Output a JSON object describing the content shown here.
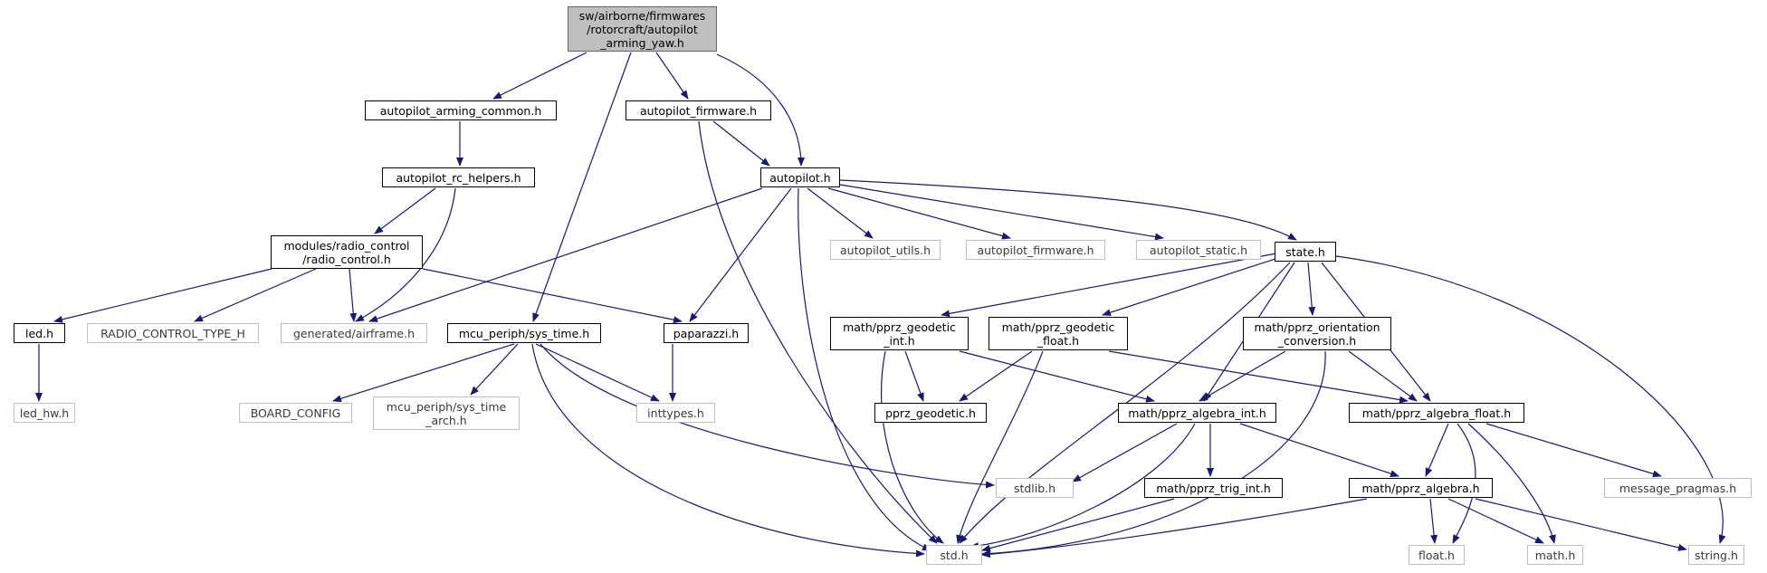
{
  "root": {
    "label": "sw/airborne/firmwares\n/rotorcraft/autopilot\n_arming_yaw.h"
  },
  "nodes": {
    "arming_common": {
      "label": "autopilot_arming_common.h"
    },
    "rc_helpers": {
      "label": "autopilot_rc_helpers.h"
    },
    "radio_control": {
      "label": "modules/radio_control\n/radio_control.h"
    },
    "led": {
      "label": "led.h"
    },
    "led_hw": {
      "label": "led_hw.h"
    },
    "rc_type": {
      "label": "RADIO_CONTROL_TYPE_H"
    },
    "airframe": {
      "label": "generated/airframe.h"
    },
    "sys_time": {
      "label": "mcu_periph/sys_time.h"
    },
    "board_config": {
      "label": "BOARD_CONFIG"
    },
    "sys_time_arch": {
      "label": "mcu_periph/sys_time\n_arch.h"
    },
    "paparazzi": {
      "label": "paparazzi.h"
    },
    "inttypes": {
      "label": "inttypes.h"
    },
    "firmware_top": {
      "label": "autopilot_firmware.h"
    },
    "autopilot": {
      "label": "autopilot.h"
    },
    "utils": {
      "label": "autopilot_utils.h"
    },
    "firmware_gen": {
      "label": "autopilot_firmware.h"
    },
    "static": {
      "label": "autopilot_static.h"
    },
    "state": {
      "label": "state.h"
    },
    "geodetic_int": {
      "label": "math/pprz_geodetic\n_int.h"
    },
    "geodetic_float": {
      "label": "math/pprz_geodetic\n_float.h"
    },
    "orientation": {
      "label": "math/pprz_orientation\n_conversion.h"
    },
    "pprz_geodetic": {
      "label": "pprz_geodetic.h"
    },
    "algebra_int": {
      "label": "math/pprz_algebra_int.h"
    },
    "algebra_float": {
      "label": "math/pprz_algebra_float.h"
    },
    "stdlib": {
      "label": "stdlib.h"
    },
    "trig_int": {
      "label": "math/pprz_trig_int.h"
    },
    "algebra": {
      "label": "math/pprz_algebra.h"
    },
    "message_pragmas": {
      "label": "message_pragmas.h"
    },
    "std": {
      "label": "std.h"
    },
    "float_h": {
      "label": "float.h"
    },
    "math_h": {
      "label": "math.h"
    },
    "string_h": {
      "label": "string.h"
    }
  },
  "colors": {
    "edge": "#191970",
    "root_fill": "#bfbfbf",
    "ext_border": "#bfbfbf"
  }
}
